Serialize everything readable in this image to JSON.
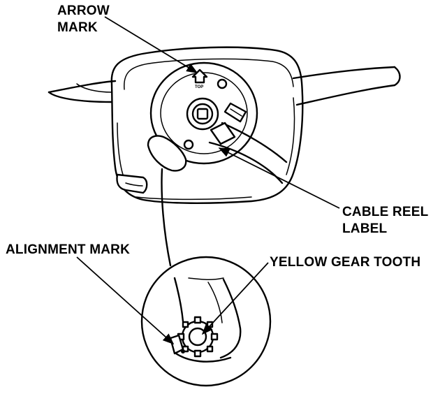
{
  "labels": {
    "arrow_mark": [
      "ARROW",
      "MARK"
    ],
    "cable_reel_label": [
      "CABLE REEL",
      "LABEL"
    ],
    "alignment_mark": "ALIGNMENT MARK",
    "yellow_gear_tooth": "YELLOW GEAR TOOTH"
  },
  "arrow_stamp": "TOP"
}
